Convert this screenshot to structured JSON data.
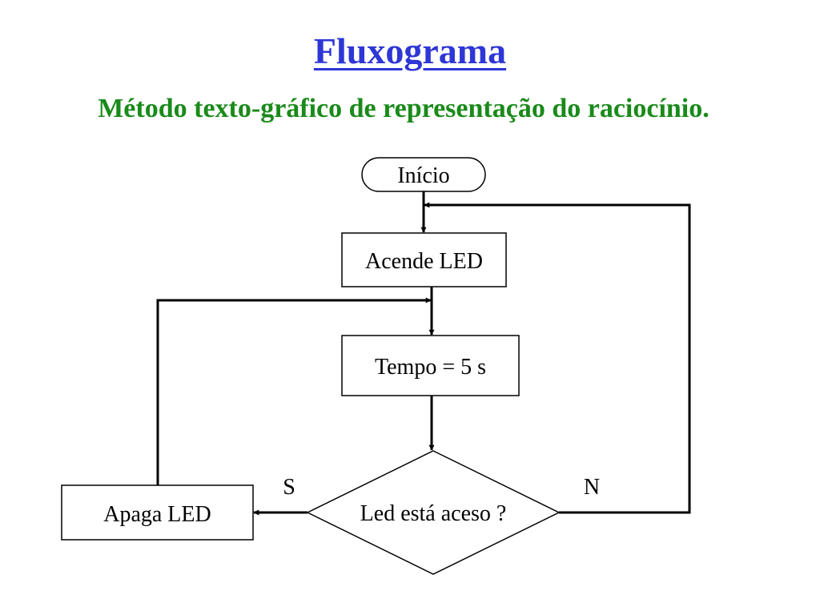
{
  "title": "Fluxograma",
  "subtitle": "Método texto-gráfico de representação do raciocínio.",
  "colors": {
    "title": "#2e36d6",
    "subtitle": "#1a8a1a",
    "lines": "#000000"
  },
  "flowchart": {
    "start": "Início",
    "step_led_on": "Acende LED",
    "step_wait": "Tempo = 5 s",
    "decision": "Led está aceso ?",
    "step_led_off": "Apaga LED",
    "branch_yes": "S",
    "branch_no": "N"
  }
}
